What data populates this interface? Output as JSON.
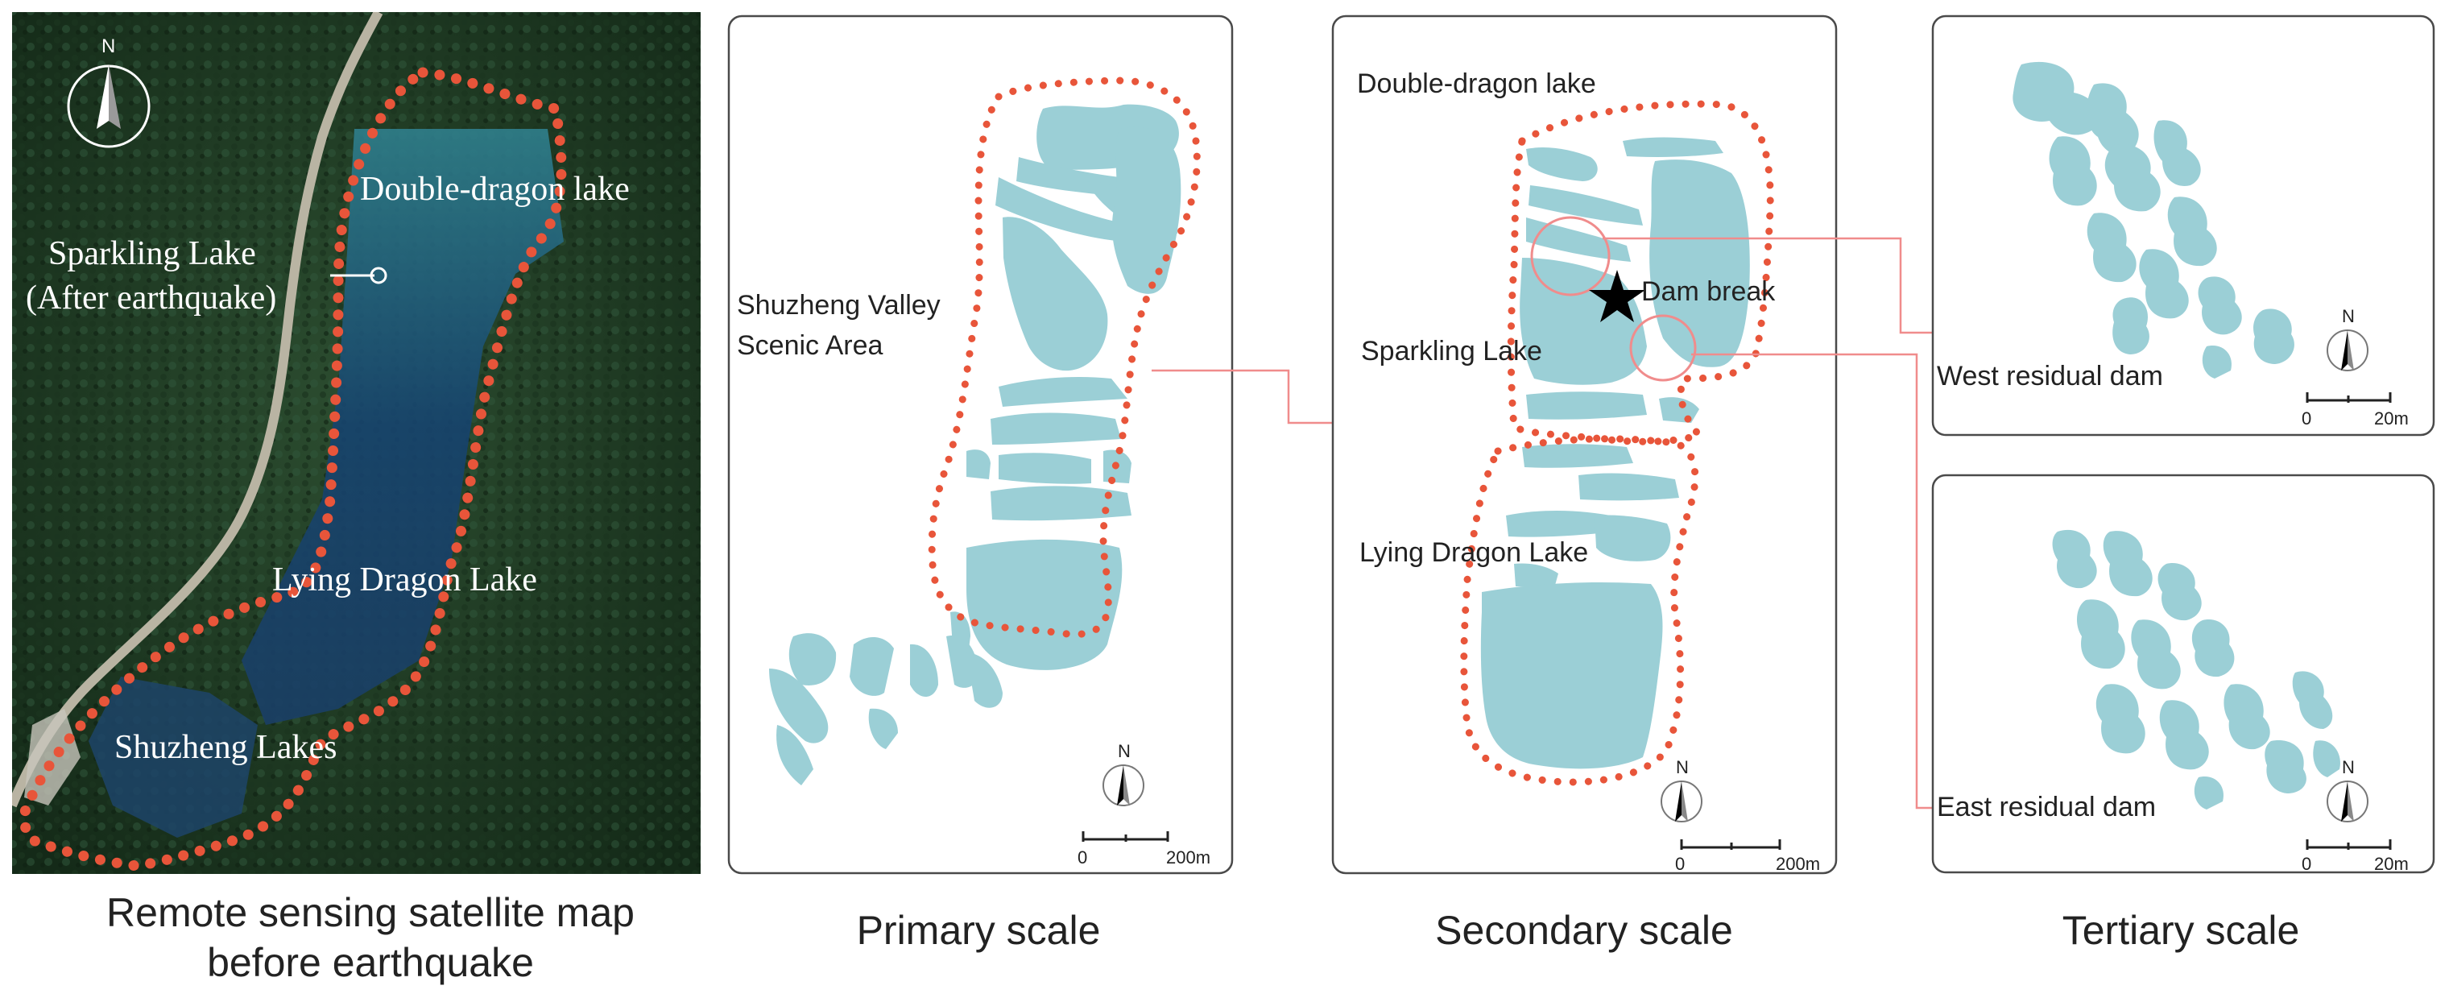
{
  "satellite": {
    "labels": {
      "double_dragon": "Double-dragon lake",
      "sparkling_1": "Sparkling Lake",
      "sparkling_2": "(After earthquake)",
      "lying_dragon": "Lying Dragon Lake",
      "shuzheng": "Shuzheng Lakes"
    },
    "north": "N",
    "caption_1": "Remote sensing satellite map",
    "caption_2": "before earthquake"
  },
  "primary": {
    "label_1": "Shuzheng Valley",
    "label_2": "Scenic Area",
    "north": "N",
    "scale_start": "0",
    "scale_end": "200m",
    "caption": "Primary scale"
  },
  "secondary": {
    "double_dragon": "Double-dragon lake",
    "dam_break": "Dam break",
    "sparkling": "Sparkling Lake",
    "lying_dragon": "Lying Dragon Lake",
    "north": "N",
    "scale_start": "0",
    "scale_end": "200m",
    "caption": "Secondary scale"
  },
  "tertiary": {
    "west": "West residual dam",
    "east": "East residual dam",
    "north_1": "N",
    "north_2": "N",
    "scale_start_1": "0",
    "scale_end_1": "20m",
    "scale_start_2": "0",
    "scale_end_2": "20m",
    "caption": "Tertiary scale"
  },
  "colors": {
    "outline": "#e8553a",
    "lake": "#9bcfd6",
    "leader": "#f08c8c",
    "forest": "#203d25"
  }
}
